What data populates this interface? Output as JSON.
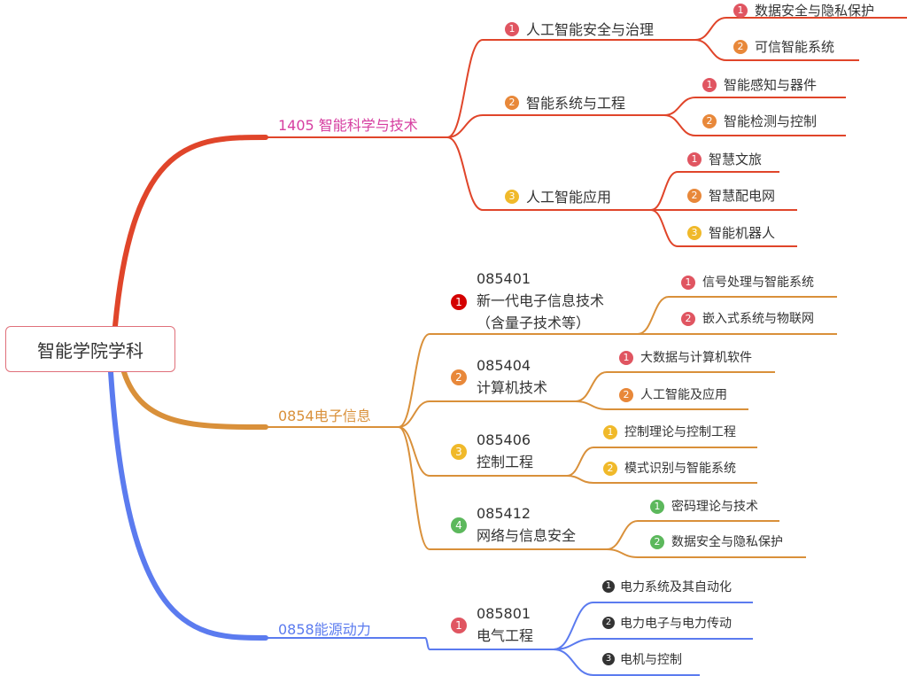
{
  "root": "智能学院学科",
  "colors": {
    "branch1": "#e0452a",
    "branch1_text": "#d63ea0",
    "branch2": "#d9903a",
    "branch3": "#5b7bef"
  },
  "b1": {
    "label": "1405 智能科学与技术",
    "children": [
      {
        "num": "1",
        "label": "人工智能安全与治理",
        "children": [
          {
            "num": "1",
            "label": "数据安全与隐私保护"
          },
          {
            "num": "2",
            "label": "可信智能系统"
          }
        ]
      },
      {
        "num": "2",
        "label": "智能系统与工程",
        "children": [
          {
            "num": "1",
            "label": "智能感知与器件"
          },
          {
            "num": "2",
            "label": "智能检测与控制"
          }
        ]
      },
      {
        "num": "3",
        "label": "人工智能应用",
        "children": [
          {
            "num": "1",
            "label": "智慧文旅"
          },
          {
            "num": "2",
            "label": "智慧配电网"
          },
          {
            "num": "3",
            "label": "智能机器人"
          }
        ]
      }
    ]
  },
  "b2": {
    "label": "0854电子信息",
    "children": [
      {
        "num": "1",
        "code": "085401",
        "label": "新一代电子信息技术",
        "note": "（含量子技术等）",
        "children": [
          {
            "num": "1",
            "label": "信号处理与智能系统"
          },
          {
            "num": "2",
            "label": "嵌入式系统与物联网"
          }
        ]
      },
      {
        "num": "2",
        "code": "085404",
        "label": "计算机技术",
        "children": [
          {
            "num": "1",
            "label": "大数据与计算机软件"
          },
          {
            "num": "2",
            "label": "人工智能及应用"
          }
        ]
      },
      {
        "num": "3",
        "code": "085406",
        "label": "控制工程",
        "children": [
          {
            "num": "1",
            "label": "控制理论与控制工程"
          },
          {
            "num": "2",
            "label": "模式识别与智能系统"
          }
        ]
      },
      {
        "num": "4",
        "code": "085412",
        "label": "网络与信息安全",
        "children": [
          {
            "num": "1",
            "label": "密码理论与技术"
          },
          {
            "num": "2",
            "label": "数据安全与隐私保护"
          }
        ]
      }
    ]
  },
  "b3": {
    "label": "0858能源动力",
    "children": [
      {
        "num": "1",
        "code": "085801",
        "label": "电气工程",
        "children": [
          {
            "num": "1",
            "label": "电力系统及其自动化"
          },
          {
            "num": "2",
            "label": "电力电子与电力传动"
          },
          {
            "num": "3",
            "label": "电机与控制"
          }
        ]
      }
    ]
  }
}
